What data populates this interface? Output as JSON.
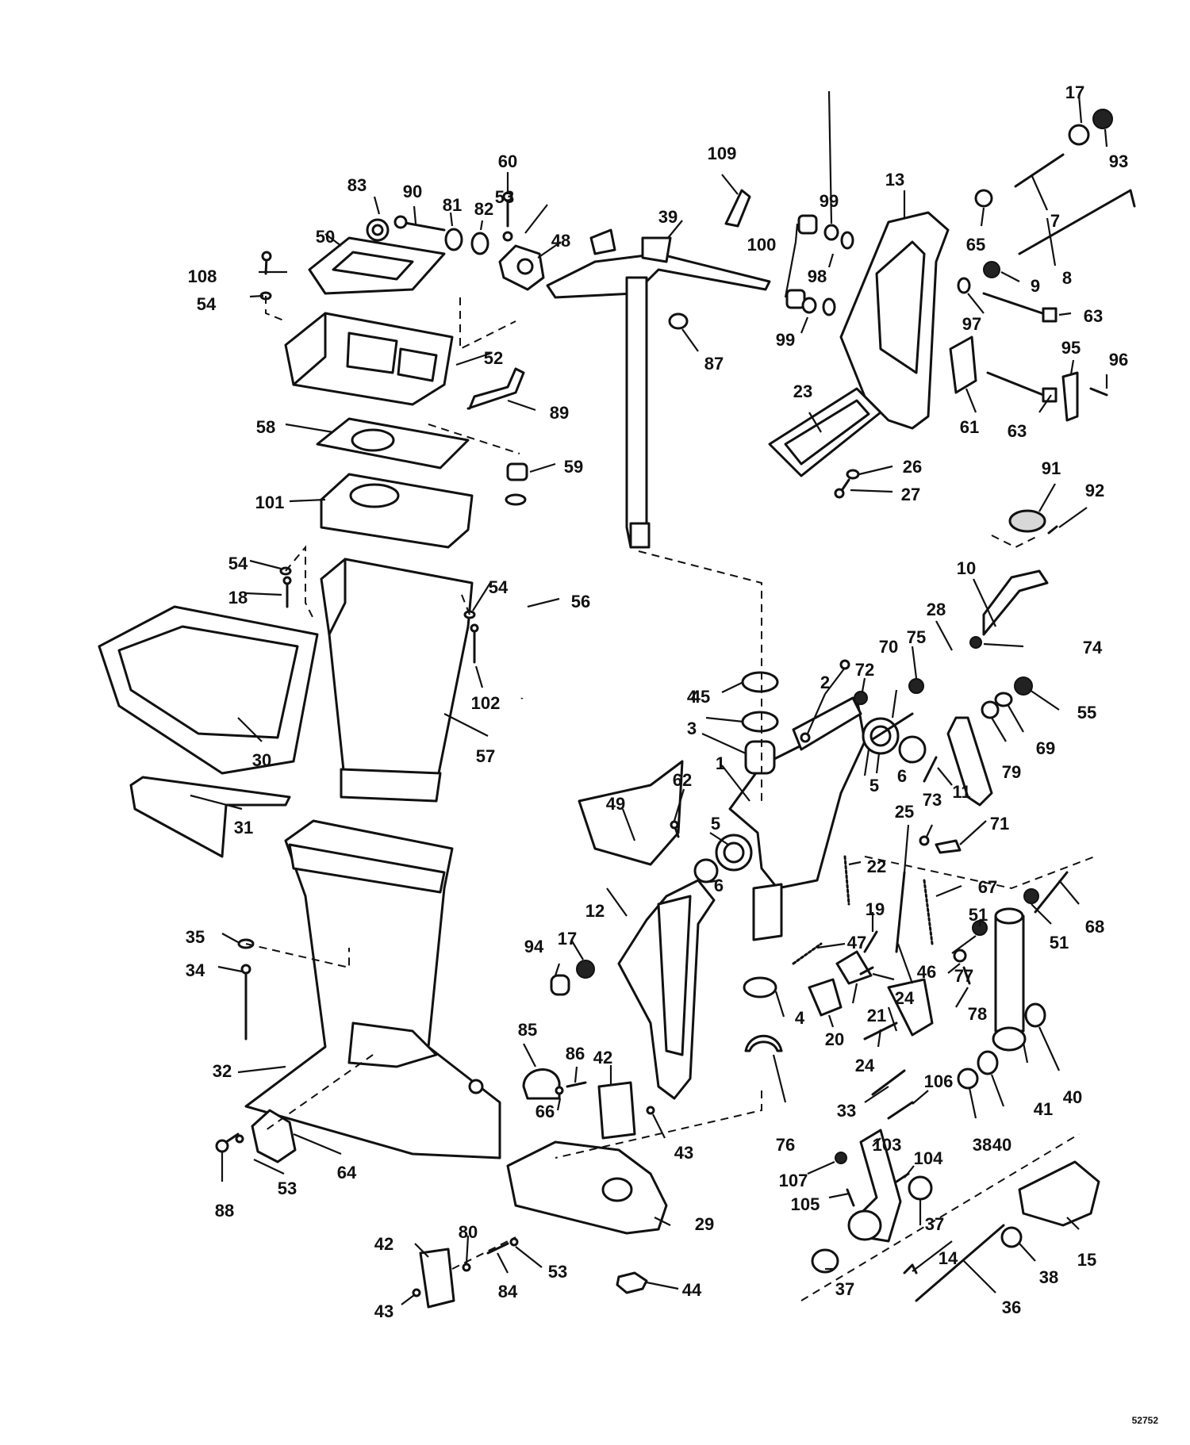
{
  "diagram": {
    "document_number": "52752",
    "callouts": [
      {
        "key": "c1",
        "text": "1"
      },
      {
        "key": "c2",
        "text": "2"
      },
      {
        "key": "c3",
        "text": "3"
      },
      {
        "key": "c4a",
        "text": "4"
      },
      {
        "key": "c4b",
        "text": "4"
      },
      {
        "key": "c5a",
        "text": "5"
      },
      {
        "key": "c5b",
        "text": "5"
      },
      {
        "key": "c6a",
        "text": "6"
      },
      {
        "key": "c6b",
        "text": "6"
      },
      {
        "key": "c7",
        "text": "7"
      },
      {
        "key": "c8",
        "text": "8"
      },
      {
        "key": "c9",
        "text": "9"
      },
      {
        "key": "c10",
        "text": "10"
      },
      {
        "key": "c11",
        "text": "11"
      },
      {
        "key": "c12",
        "text": "12"
      },
      {
        "key": "c13",
        "text": "13"
      },
      {
        "key": "c14",
        "text": "14"
      },
      {
        "key": "c15",
        "text": "15"
      },
      {
        "key": "c17a",
        "text": "17"
      },
      {
        "key": "c17b",
        "text": "17"
      },
      {
        "key": "c18",
        "text": "18"
      },
      {
        "key": "c19",
        "text": "19"
      },
      {
        "key": "c20",
        "text": "20"
      },
      {
        "key": "c21",
        "text": "21"
      },
      {
        "key": "c22",
        "text": "22"
      },
      {
        "key": "c23",
        "text": "23"
      },
      {
        "key": "c24a",
        "text": "24"
      },
      {
        "key": "c24b",
        "text": "24"
      },
      {
        "key": "c25",
        "text": "25"
      },
      {
        "key": "c26",
        "text": "26"
      },
      {
        "key": "c27",
        "text": "27"
      },
      {
        "key": "c28",
        "text": "28"
      },
      {
        "key": "c29",
        "text": "29"
      },
      {
        "key": "c30",
        "text": "30"
      },
      {
        "key": "c31",
        "text": "31"
      },
      {
        "key": "c32",
        "text": "32"
      },
      {
        "key": "c33",
        "text": "33"
      },
      {
        "key": "c34",
        "text": "34"
      },
      {
        "key": "c35",
        "text": "35"
      },
      {
        "key": "c36",
        "text": "36"
      },
      {
        "key": "c37a",
        "text": "37"
      },
      {
        "key": "c37b",
        "text": "37"
      },
      {
        "key": "c38a",
        "text": "38"
      },
      {
        "key": "c38b",
        "text": "38"
      },
      {
        "key": "c39",
        "text": "39"
      },
      {
        "key": "c40a",
        "text": "40"
      },
      {
        "key": "c40b",
        "text": "40"
      },
      {
        "key": "c41",
        "text": "41"
      },
      {
        "key": "c42a",
        "text": "42"
      },
      {
        "key": "c42b",
        "text": "42"
      },
      {
        "key": "c43a",
        "text": "43"
      },
      {
        "key": "c43b",
        "text": "43"
      },
      {
        "key": "c44",
        "text": "44"
      },
      {
        "key": "c45",
        "text": "45"
      },
      {
        "key": "c46",
        "text": "46"
      },
      {
        "key": "c47",
        "text": "47"
      },
      {
        "key": "c48",
        "text": "48"
      },
      {
        "key": "c49",
        "text": "49"
      },
      {
        "key": "c50",
        "text": "50"
      },
      {
        "key": "c51a",
        "text": "51"
      },
      {
        "key": "c51b",
        "text": "51"
      },
      {
        "key": "c52",
        "text": "52"
      },
      {
        "key": "c53a",
        "text": "53"
      },
      {
        "key": "c53b",
        "text": "53"
      },
      {
        "key": "c53c",
        "text": "53"
      },
      {
        "key": "c54a",
        "text": "54"
      },
      {
        "key": "c54b",
        "text": "54"
      },
      {
        "key": "c54c",
        "text": "54"
      },
      {
        "key": "c55",
        "text": "55"
      },
      {
        "key": "c56",
        "text": "56"
      },
      {
        "key": "c57",
        "text": "57"
      },
      {
        "key": "c58",
        "text": "58"
      },
      {
        "key": "c59",
        "text": "59"
      },
      {
        "key": "c60",
        "text": "60"
      },
      {
        "key": "c61",
        "text": "61"
      },
      {
        "key": "c62",
        "text": "62"
      },
      {
        "key": "c63a",
        "text": "63"
      },
      {
        "key": "c63b",
        "text": "63"
      },
      {
        "key": "c64",
        "text": "64"
      },
      {
        "key": "c65",
        "text": "65"
      },
      {
        "key": "c66",
        "text": "66"
      },
      {
        "key": "c67",
        "text": "67"
      },
      {
        "key": "c68",
        "text": "68"
      },
      {
        "key": "c69",
        "text": "69"
      },
      {
        "key": "c70",
        "text": "70"
      },
      {
        "key": "c71",
        "text": "71"
      },
      {
        "key": "c72",
        "text": "72"
      },
      {
        "key": "c73",
        "text": "73"
      },
      {
        "key": "c74",
        "text": "74"
      },
      {
        "key": "c75",
        "text": "75"
      },
      {
        "key": "c76",
        "text": "76"
      },
      {
        "key": "c77",
        "text": "77"
      },
      {
        "key": "c78",
        "text": "78"
      },
      {
        "key": "c79",
        "text": "79"
      },
      {
        "key": "c80",
        "text": "80"
      },
      {
        "key": "c81",
        "text": "81"
      },
      {
        "key": "c82",
        "text": "82"
      },
      {
        "key": "c83",
        "text": "83"
      },
      {
        "key": "c84",
        "text": "84"
      },
      {
        "key": "c85",
        "text": "85"
      },
      {
        "key": "c86",
        "text": "86"
      },
      {
        "key": "c87",
        "text": "87"
      },
      {
        "key": "c88",
        "text": "88"
      },
      {
        "key": "c89",
        "text": "89"
      },
      {
        "key": "c90",
        "text": "90"
      },
      {
        "key": "c91",
        "text": "91"
      },
      {
        "key": "c92",
        "text": "92"
      },
      {
        "key": "c93",
        "text": "93"
      },
      {
        "key": "c94",
        "text": "94"
      },
      {
        "key": "c95",
        "text": "95"
      },
      {
        "key": "c96",
        "text": "96"
      },
      {
        "key": "c97",
        "text": "97"
      },
      {
        "key": "c98",
        "text": "98"
      },
      {
        "key": "c99a",
        "text": "99"
      },
      {
        "key": "c99b",
        "text": "99"
      },
      {
        "key": "c100",
        "text": "100"
      },
      {
        "key": "c101",
        "text": "101"
      },
      {
        "key": "c102",
        "text": "102"
      },
      {
        "key": "c103",
        "text": "103"
      },
      {
        "key": "c104",
        "text": "104"
      },
      {
        "key": "c105",
        "text": "105"
      },
      {
        "key": "c106",
        "text": "106"
      },
      {
        "key": "c107",
        "text": "107"
      },
      {
        "key": "c108",
        "text": "108"
      },
      {
        "key": "c109",
        "text": "109"
      }
    ]
  }
}
